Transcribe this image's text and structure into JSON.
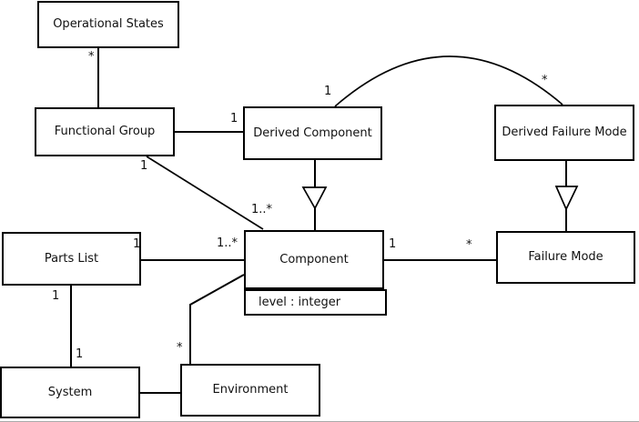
{
  "diagram": {
    "kind": "uml-class-diagram",
    "colors": {
      "line": "#000000",
      "box_fill": "#ffffff",
      "text": "#111111"
    },
    "classes": {
      "operational_states": {
        "name": "Operational States"
      },
      "functional_group": {
        "name": "Functional Group"
      },
      "derived_component": {
        "name": "Derived Component"
      },
      "derived_failure_mode": {
        "name": "Derived Failure Mode"
      },
      "parts_list": {
        "name": "Parts List"
      },
      "component": {
        "name": "Component",
        "attribute": "level : integer"
      },
      "failure_mode": {
        "name": "Failure Mode"
      },
      "system": {
        "name": "System"
      },
      "environment": {
        "name": "Environment"
      }
    },
    "multiplicities": {
      "opstates_fg_star": "*",
      "fg_dc_one": "1",
      "fg_component_one": "1",
      "fg_component_many": "1..*",
      "dc_dfm_one": "1",
      "dc_dfm_star": "*",
      "partslist_component_one": "1",
      "partslist_component_many": "1..*",
      "partslist_system_one_upper": "1",
      "partslist_system_one_lower": "1",
      "component_environment_star": "*",
      "component_failuremode_one": "1",
      "component_failuremode_star": "*"
    }
  }
}
